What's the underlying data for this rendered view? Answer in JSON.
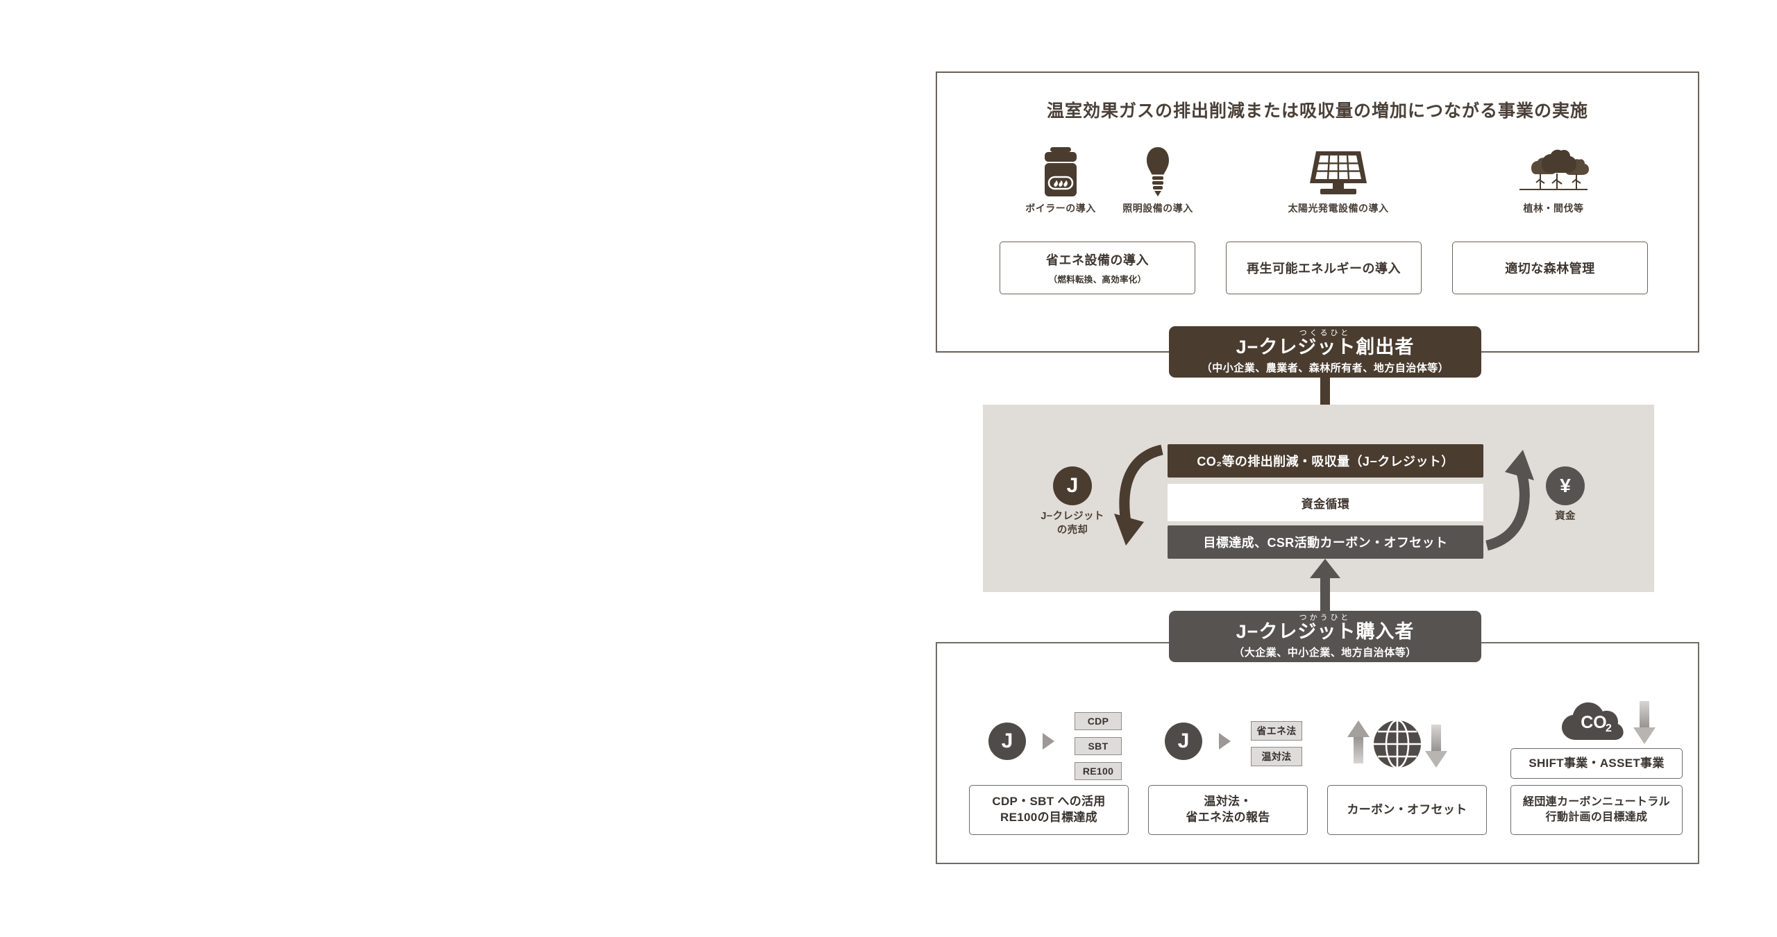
{
  "colors": {
    "brown": "#4a3c2f",
    "grey_dark": "#575350",
    "band": "#e0dcd7",
    "frame": "#6b6158",
    "tag_fill": "#dedcda"
  },
  "top_section": {
    "heading": "温室効果ガスの排出削減または吸収量の増加につながる事業の実施",
    "icons": [
      {
        "name": "boiler-icon",
        "caption": "ボイラーの導入"
      },
      {
        "name": "lightbulb-icon",
        "caption": "照明設備の導入"
      },
      {
        "name": "solar-panel-icon",
        "caption": "太陽光発電設備の導入"
      },
      {
        "name": "trees-icon",
        "caption": "植林・間伐等"
      }
    ],
    "boxes": [
      {
        "main": "省エネ設備の導入",
        "sub": "（燃料転換、高効率化）"
      },
      {
        "main": "再生可能エネルギーの導入",
        "sub": ""
      },
      {
        "main": "適切な森林管理",
        "sub": ""
      }
    ]
  },
  "creator": {
    "ruby": "つくるひと",
    "title": "J−クレジット創出者",
    "subtitle": "（中小企業、農業者、森林所有者、地方自治体等）"
  },
  "purchaser": {
    "ruby": "つかうひと",
    "title": "J−クレジット購入者",
    "subtitle": "（大企業、中小企業、地方自治体等）"
  },
  "middle_section": {
    "left": {
      "glyph": "J",
      "caption_line1": "J−クレジット",
      "caption_line2": "の売却"
    },
    "right": {
      "glyph": "¥",
      "caption_line1": "資金",
      "caption_line2": ""
    },
    "flow_credit": "CO₂等の排出削減・吸収量（J−クレジット）",
    "flow_money": "資金循環",
    "flow_goal": "目標達成、CSR活動カーボン・オフセット"
  },
  "bottom_section": {
    "groups": [
      {
        "icon": "j-circle-icon",
        "glyph": "J",
        "tags": [
          "CDP",
          "SBT",
          "RE100"
        ],
        "boxes": [
          "CDP・SBT への活用\nRE100の目標達成"
        ]
      },
      {
        "icon": "j-circle-icon",
        "glyph": "J",
        "tags": [
          "省エネ法",
          "温対法"
        ],
        "boxes": [
          "温対法・\n省エネ法の報告"
        ]
      },
      {
        "icon": "globe-icon",
        "glyph": "",
        "tags": [],
        "boxes": [
          "カーボン・オフセット"
        ]
      },
      {
        "icon": "co2-cloud-icon",
        "glyph": "CO₂",
        "tags": [],
        "boxes": [
          "SHIFT事業・ASSET事業",
          "経団連カーボンニュートラル\n行動計画の目標達成"
        ]
      }
    ]
  }
}
